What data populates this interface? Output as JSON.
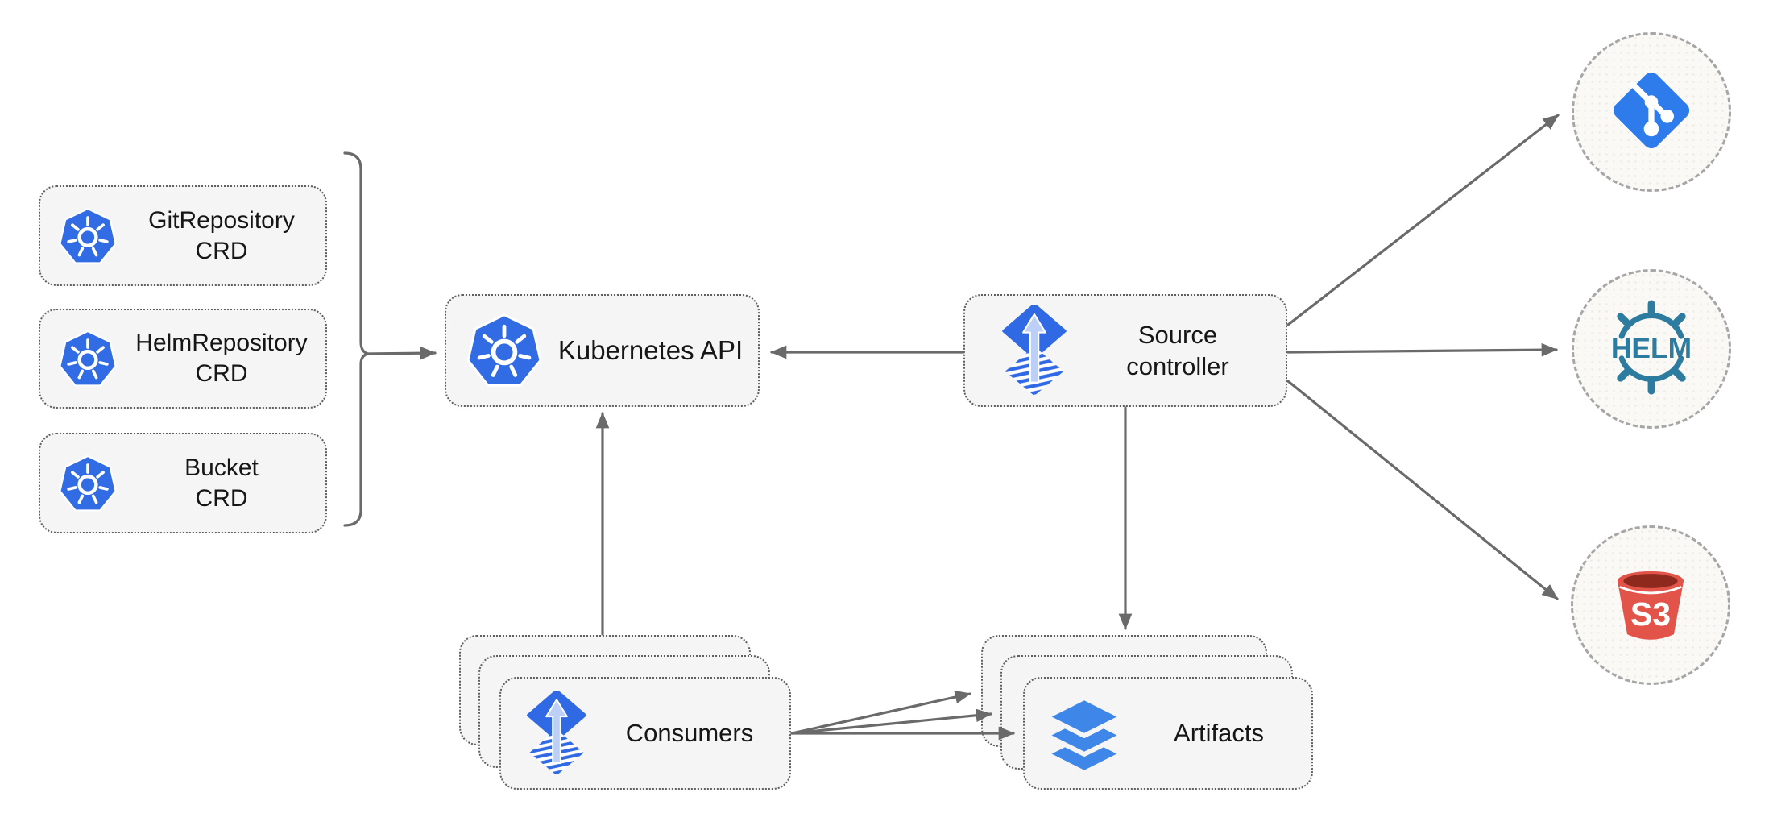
{
  "diagram": {
    "crds": [
      {
        "label": "GitRepository\nCRD",
        "icon": "kubernetes-wheel-icon"
      },
      {
        "label": "HelmRepository\nCRD",
        "icon": "kubernetes-wheel-icon"
      },
      {
        "label": "Bucket\nCRD",
        "icon": "kubernetes-wheel-icon"
      }
    ],
    "kubernetes_api": {
      "label": "Kubernetes API",
      "icon": "kubernetes-wheel-icon"
    },
    "source_controller": {
      "label": "Source\ncontroller",
      "icon": "flux-icon"
    },
    "consumers": {
      "label": "Consumers",
      "icon": "flux-icon",
      "stacked": 3
    },
    "artifacts": {
      "label": "Artifacts",
      "icon": "layers-icon",
      "stacked": 3
    },
    "external_sources": [
      {
        "name": "git",
        "icon": "git-icon",
        "label": ""
      },
      {
        "name": "helm",
        "icon": "helm-wheel-icon",
        "label": "HELM"
      },
      {
        "name": "s3",
        "icon": "s3-bucket-icon",
        "label": "S3"
      }
    ],
    "colors": {
      "kubernetes_blue": "#326CE5",
      "flux_blue": "#3069E4",
      "flux_arrow_light": "#BCD0F7",
      "git_blue": "#2E7CEB",
      "helm_teal": "#2D7B9E",
      "s3_red": "#E2544A",
      "s3_dark_interior": "#8E2A1D",
      "layers_blue": "#3E87E8",
      "connector_gray": "#6A6A6A",
      "node_fill": "#F5F5F5",
      "node_border": "#5F5F5F",
      "circle_border": "#A6A6A6"
    }
  }
}
